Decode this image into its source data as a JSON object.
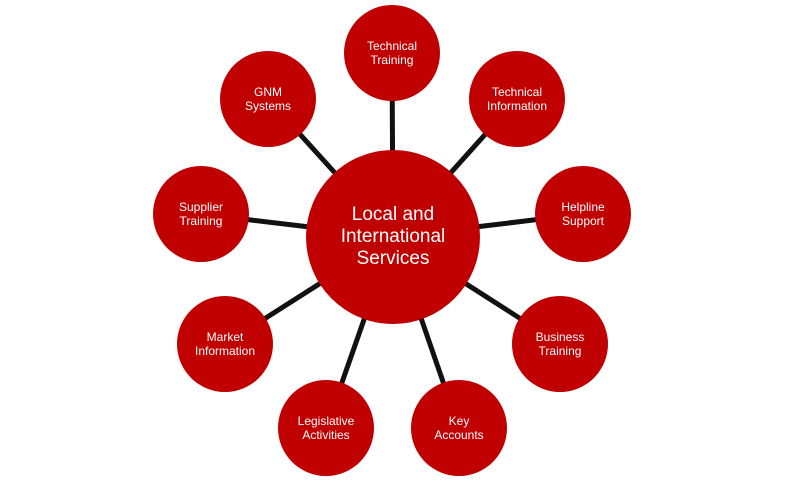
{
  "hub": {
    "label": "Local and\nInternational\nServices",
    "color": "#c00000"
  },
  "nodes": [
    {
      "id": "technical-training",
      "label": "Technical\nTraining"
    },
    {
      "id": "technical-information",
      "label": "Technical\nInformation"
    },
    {
      "id": "helpline-support",
      "label": "Helpline\nSupport"
    },
    {
      "id": "business-training",
      "label": "Business\nTraining"
    },
    {
      "id": "key-accounts",
      "label": "Key\nAccounts"
    },
    {
      "id": "legislative-activities",
      "label": "Legislative\nActivities"
    },
    {
      "id": "market-information",
      "label": "Market\nInformation"
    },
    {
      "id": "supplier-training",
      "label": "Supplier\nTraining"
    },
    {
      "id": "gnm-systems",
      "label": "GNM\nSystems"
    }
  ],
  "colors": {
    "node_fill": "#c00000",
    "connector": "#111111",
    "text": "#ffffff"
  }
}
